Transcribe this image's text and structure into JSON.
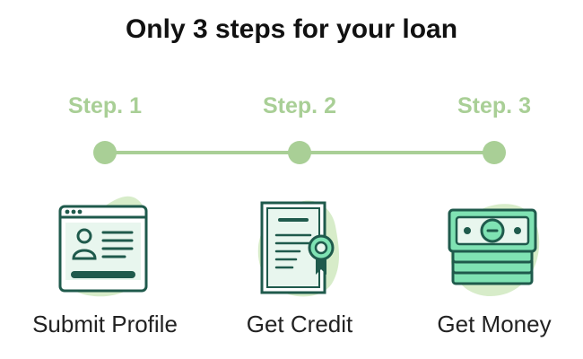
{
  "page": {
    "title": "Only 3 steps for your loan"
  },
  "steps": [
    {
      "label": "Step. 1",
      "caption": "Submit Profile",
      "icon": "profile-form-icon"
    },
    {
      "label": "Step. 2",
      "caption": "Get Credit",
      "icon": "certificate-icon"
    },
    {
      "label": "Step. 3",
      "caption": "Get Money",
      "icon": "money-stack-icon"
    }
  ],
  "colors": {
    "accent": "#a9cf96",
    "blob": "#d7ecc9",
    "icon_dark": "#1f5a4c",
    "icon_fill": "#e8f6ee",
    "money_green": "#7fe2b3",
    "title_text": "#111111",
    "caption_text": "#222222"
  }
}
